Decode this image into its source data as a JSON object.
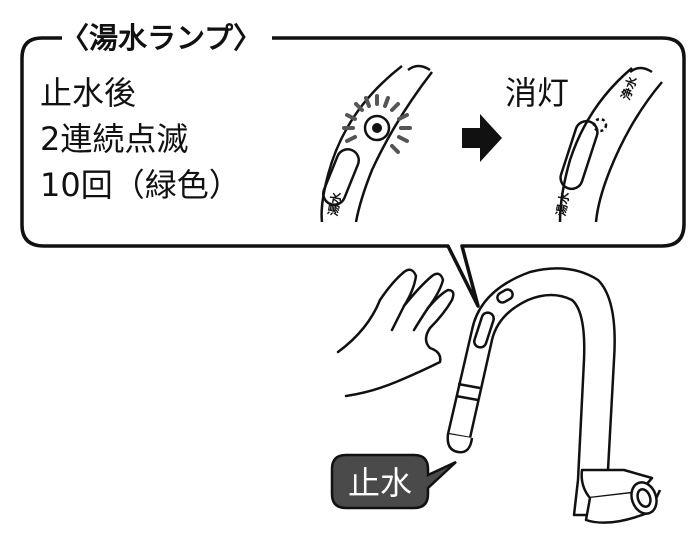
{
  "callout": {
    "title": "〈湯水ランプ〉",
    "lines": [
      "止水後",
      "2連続点滅",
      "10回（緑色）"
    ],
    "after_label": "消灯",
    "faucet_labels": {
      "hot_cold_left": "湯水",
      "clean_water_right": "浄水",
      "hot_cold_right": "湯水"
    }
  },
  "action_badge": {
    "label": "止水"
  },
  "colors": {
    "outline": "#111111",
    "badge_fill": "#4a4a4a",
    "badge_text": "#ffffff",
    "lamp_flash": "#555555"
  },
  "icons": [
    "arrow-right-icon",
    "hand-icon",
    "faucet-icon",
    "lamp-flash-icon"
  ]
}
